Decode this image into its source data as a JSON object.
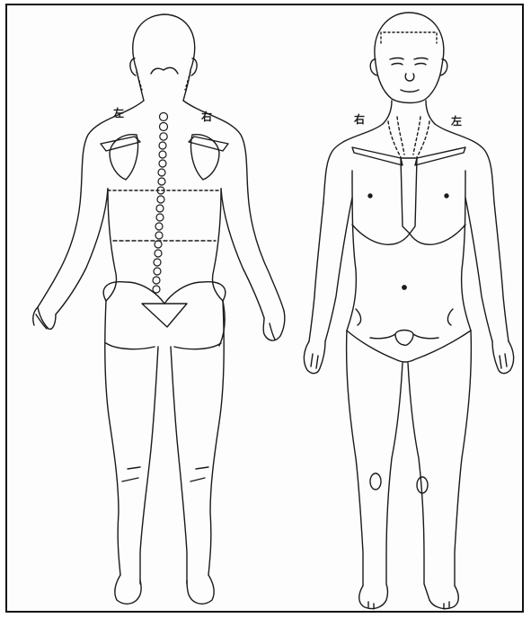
{
  "figure": {
    "back_view": {
      "label_left": "左",
      "label_right": "右"
    },
    "front_view": {
      "label_left": "右",
      "label_right": "左"
    }
  },
  "colors": {
    "line": "#1a1a1a",
    "paper": "#fdfdfd",
    "border": "#111111"
  }
}
